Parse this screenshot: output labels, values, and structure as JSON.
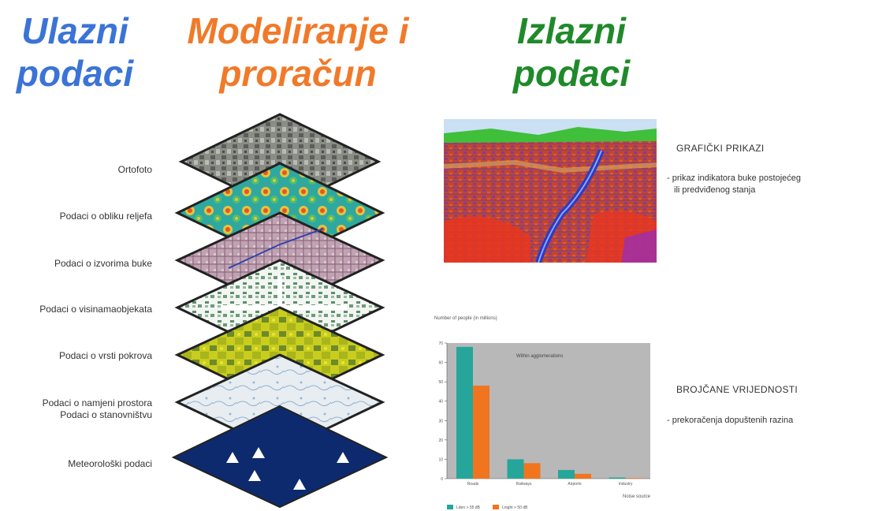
{
  "headers": {
    "input": {
      "line1": "Ulazni",
      "line2": "podaci",
      "color": "#3b73d6"
    },
    "model": {
      "line1": "Modeliranje i",
      "line2": "proračun",
      "color": "#f07a2a"
    },
    "output": {
      "line1": "Izlazni",
      "line2": "podaci",
      "color": "#1f8a2a"
    }
  },
  "layers": [
    {
      "lines": [
        "Ortofoto"
      ],
      "fill": "#7b7f78"
    },
    {
      "lines": [
        "Podaci o obliku reljefa"
      ],
      "fill": "#2fa8a0"
    },
    {
      "lines": [
        "Podaci o izvorima buke"
      ],
      "fill": "#b89aa8"
    },
    {
      "lines": [
        "Podaci o visinamaobjekata"
      ],
      "fill": "#e9efe9"
    },
    {
      "lines": [
        "Podaci o vrsti pokrova"
      ],
      "fill": "#c8cc1f"
    },
    {
      "lines": [
        "Podaci o namjeni prostora",
        "Podaci o stanovništvu"
      ],
      "fill": "#e6ecf0"
    },
    {
      "lines": [
        "Meteorološki podaci"
      ],
      "fill": "#0e2a6e"
    }
  ],
  "graphic": {
    "title": "GRAFIČKI PRIKAZI",
    "desc_line1": "- prikaz indikatora buke postojećeg",
    "desc_line2": "ili predviđenog stanja"
  },
  "numeric": {
    "title": "BROJČANE VRIJEDNOSTI",
    "desc": "- prekoračenja dopuštenih razina"
  },
  "chart_data": {
    "type": "bar",
    "title": "Number of people (in millions)",
    "annotation": "Within agglomerations",
    "xlabel": "Noise source",
    "categories": [
      "Roads",
      "Railways",
      "Airports",
      "Industry"
    ],
    "ylim": [
      0,
      70
    ],
    "yticks": [
      0,
      10,
      20,
      30,
      40,
      50,
      60,
      70
    ],
    "series": [
      {
        "name": "Lden > 55 dB",
        "color": "#26a69a",
        "values": [
          68,
          10,
          4.5,
          0.6
        ]
      },
      {
        "name": "Lnight > 50 dB",
        "color": "#f0751e",
        "values": [
          48,
          8,
          2.5,
          0.3
        ]
      }
    ],
    "grid": false,
    "legend": "bottom"
  }
}
